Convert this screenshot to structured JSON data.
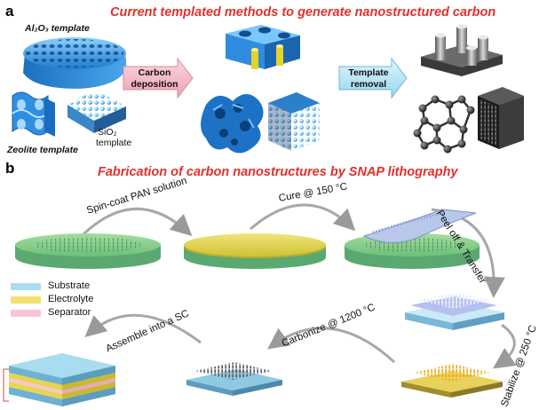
{
  "panel_a": {
    "letter": "a",
    "title": "Current templated methods to generate nanostructured carbon",
    "al2o3_label": "Al₂O₃ template",
    "zeolite_label": "Zeolite template",
    "sio2_label_1": "SiO₂",
    "sio2_label_2": "template",
    "step1_label_1": "Carbon",
    "step1_label_2": "deposition",
    "step2_label_1": "Template",
    "step2_label_2": "removal"
  },
  "panel_b": {
    "letter": "b",
    "title": "Fabrication of carbon nanostructures by SNAP lithography",
    "steps": {
      "spin_coat": "Spin-coat PAN solution",
      "cure": "Cure @ 150 °C",
      "peel": "Peel off & Transfer",
      "stabilize": "Stabilize @ 250 °C",
      "carbonize": "Carbonize @ 1200 °C",
      "assemble": "Assemble into a SC"
    },
    "legend": [
      {
        "label": "Substrate",
        "color": "#a9dcee"
      },
      {
        "label": "Electrolyte",
        "color": "#f3e06b"
      },
      {
        "label": "Separator",
        "color": "#f6c6d6"
      }
    ]
  },
  "colors": {
    "heading": "#e0312b",
    "template_blue": "#3f9be0",
    "arrow_pink": "#f4b9c6",
    "arrow_cyan": "#bfe9f6",
    "disk_green": "#8fd39a",
    "disk_yellow": "#e7d84a"
  }
}
